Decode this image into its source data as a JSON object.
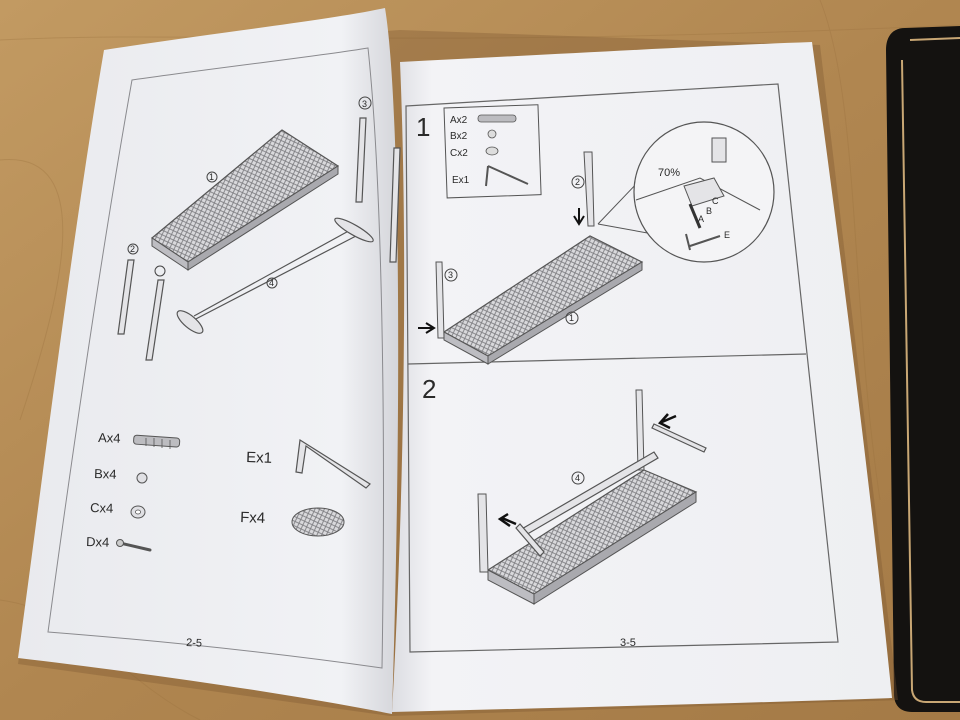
{
  "colors": {
    "table": "#b48a52",
    "tablet": "#141210",
    "tablet_trim": "#c9a774",
    "paper": "#f2f2f4",
    "line": "#555555"
  },
  "left_page": {
    "page_number": "2-5",
    "exploded_callouts": [
      "1",
      "2",
      "3",
      "4"
    ],
    "parts": [
      {
        "label": "Ax4"
      },
      {
        "label": "Bx4"
      },
      {
        "label": "Cx4"
      },
      {
        "label": "Dx4"
      },
      {
        "label": "Ex1"
      },
      {
        "label": "Fx4"
      }
    ]
  },
  "right_page": {
    "page_number": "3-5",
    "step1": {
      "number": "1",
      "parts": [
        "Ax2",
        "Bx2",
        "Cx2",
        "Ex1"
      ],
      "callouts": [
        "1",
        "2",
        "3"
      ],
      "detail_percent": "70%",
      "detail_letters": [
        "A",
        "B",
        "C",
        "E"
      ]
    },
    "step2": {
      "number": "2",
      "callouts": [
        "4"
      ]
    }
  }
}
